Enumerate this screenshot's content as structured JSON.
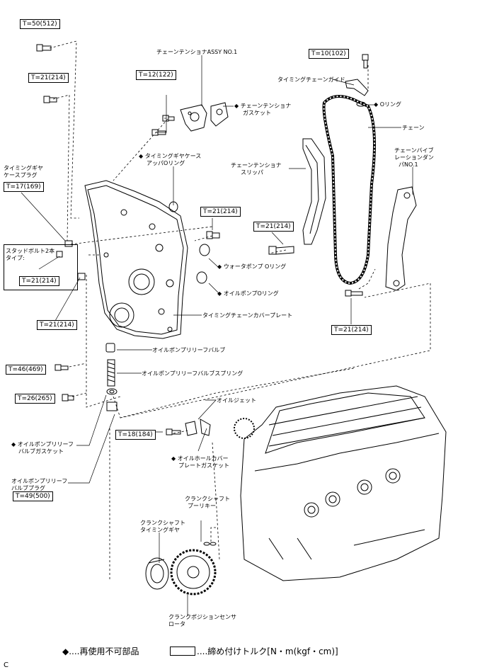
{
  "torques": {
    "t_50_512": "T=50(512)",
    "t_21_214_a": "T=21(214)",
    "t_12_122": "T=12(122)",
    "t_10_102": "T=10(102)",
    "t_17_169": "T=17(169)",
    "t_21_214_b": "T=21(214)",
    "t_21_214_c": "T=21(214)",
    "t_21_214_d": "T=21(214)",
    "t_21_214_e": "T=21(214)",
    "t_21_214_f": "T=21(214)",
    "t_46_469": "T=46(469)",
    "t_26_265": "T=26(265)",
    "t_18_184": "T=18(184)",
    "t_49_500": "T=49(500)"
  },
  "labels": {
    "tensioner_assy": "チェーンテンショナASSY NO.1",
    "tensioner_gasket_1": "◆ チェーンテンショナ",
    "tensioner_gasket_2": "ガスケット",
    "timing_chain_guide": "タイミングチェーンガイド",
    "o_ring": "◆ Oリング",
    "chain": "チェーン",
    "vibration_damper_1": "チェーンバイブ",
    "vibration_damper_2": "レーションダン",
    "vibration_damper_3": "パNO.1",
    "tensioner_slipper_1": "チェーンテンショナ",
    "tensioner_slipper_2": "スリッパ",
    "gear_case_oring_1": "◆ タイミングギヤケース",
    "gear_case_oring_2": "アッパOリング",
    "gear_case_plug_1": "タイミングギヤ",
    "gear_case_plug_2": "ケースプラグ",
    "stud_bolt_1": "スタッドボルト2本",
    "stud_bolt_2": "タイプ:",
    "water_pump_oring": "◆ ウォータポンプ Oリング",
    "oil_pump_oring": "◆ オイルポンプOリング",
    "cover_plate": "タイミングチェーンカバープレート",
    "relief_valve": "オイルポンプリリーフバルブ",
    "relief_spring": "オイルポンプリリーフバルブスプリング",
    "oil_jet": "オイルジェット",
    "relief_gasket_1": "◆ オイルポンプリリーフ",
    "relief_gasket_2": "バルブガスケット",
    "oil_hole_gasket_1": "◆ オイルホールカバー",
    "oil_hole_gasket_2": "プレートガスケット",
    "relief_plug_1": "オイルポンプリリーフ",
    "relief_plug_2": "バルブプラグ",
    "crank_key_1": "クランクシャフト",
    "crank_key_2": "プーリキー",
    "crank_gear_1": "クランクシャフト",
    "crank_gear_2": "タイミングギヤ",
    "position_rotor_1": "クランクポジションセンサ",
    "position_rotor_2": "ロータ"
  },
  "legend": {
    "non_reusable": "◆....再使用不可部品",
    "torque": "....締め付けトルク[N・m(kgf・cm)]"
  },
  "corner_mark": "C"
}
